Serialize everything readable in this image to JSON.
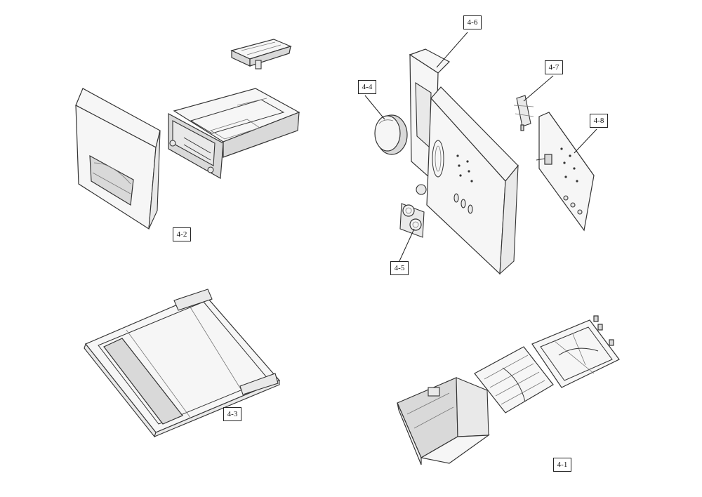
{
  "parts": [
    {
      "id": "door",
      "label": "4-2"
    },
    {
      "id": "tray",
      "label": "4-3"
    },
    {
      "id": "knob",
      "label": "4-4"
    },
    {
      "id": "buttons",
      "label": "4-5"
    },
    {
      "id": "panel",
      "label": "4-6"
    },
    {
      "id": "switch",
      "label": "4-7"
    },
    {
      "id": "pcb",
      "label": "4-8"
    },
    {
      "id": "drawer_housing",
      "label": "4-1"
    }
  ],
  "colors": {
    "line": "#333333",
    "fill": "#f6f6f6",
    "shade": "#d9d9d9"
  }
}
